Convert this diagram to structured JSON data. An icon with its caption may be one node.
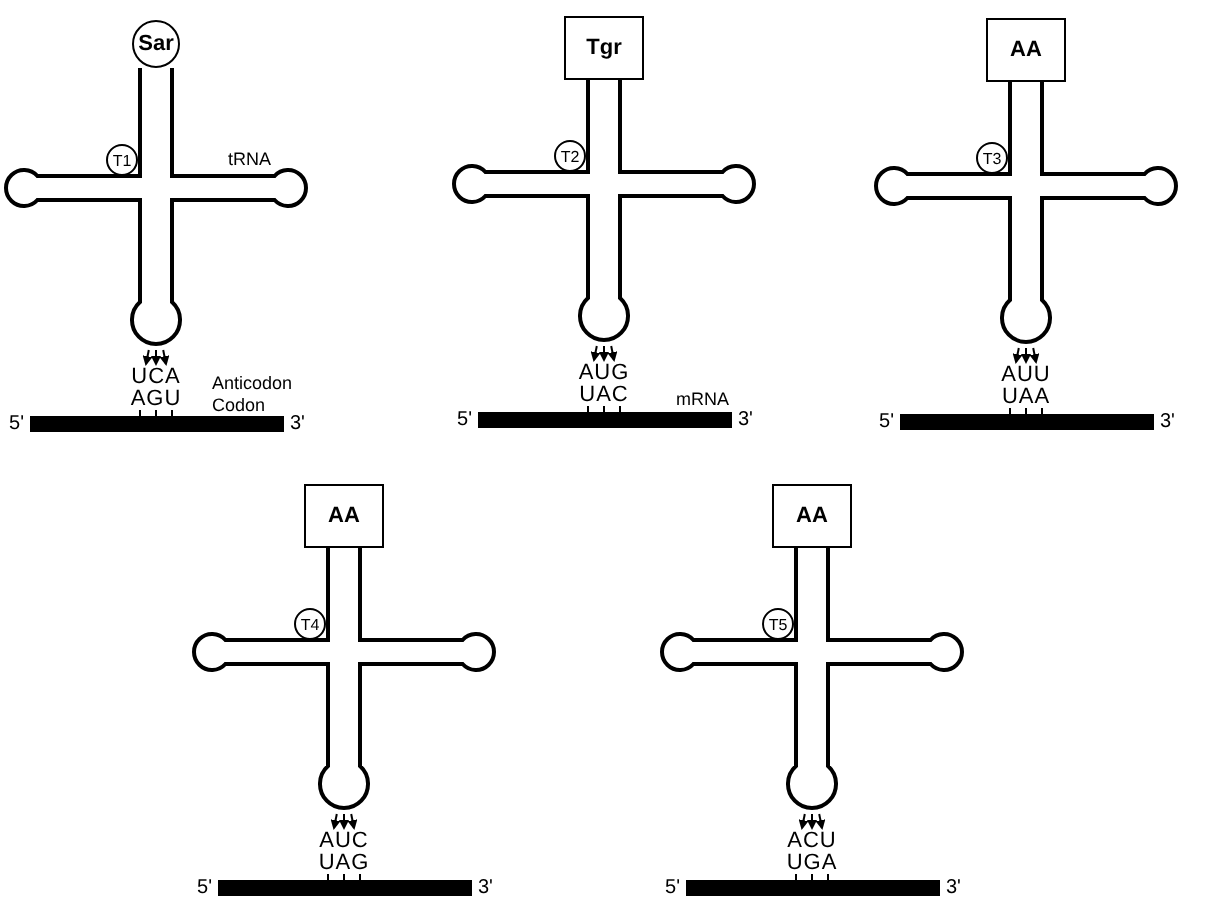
{
  "diagram": {
    "nodes": [
      {
        "text": [
          "Sar"
        ]
      },
      {
        "text": [
          "T1"
        ]
      },
      {
        "text": [
          "Tgr"
        ]
      },
      {
        "text": [
          "T2"
        ]
      },
      {
        "text": [
          "AA"
        ]
      },
      {
        "text": [
          "T3"
        ]
      },
      {
        "text": [
          "AA"
        ]
      },
      {
        "text": [
          "T4"
        ]
      },
      {
        "text": [
          "AA"
        ]
      },
      {
        "text": [
          "T5"
        ]
      }
    ],
    "labels": [
      "tRNA",
      "UCA",
      "Anticodon",
      "AGU",
      "Codon",
      "5'",
      "3'",
      "AUG",
      "UAC",
      "mRNA",
      "5'",
      "3'",
      "AUU",
      "UAA",
      "5'",
      "3'",
      "AUC",
      "UAG",
      "5'",
      "3'",
      "ACU",
      "UGA",
      "5'",
      "3'"
    ]
  }
}
